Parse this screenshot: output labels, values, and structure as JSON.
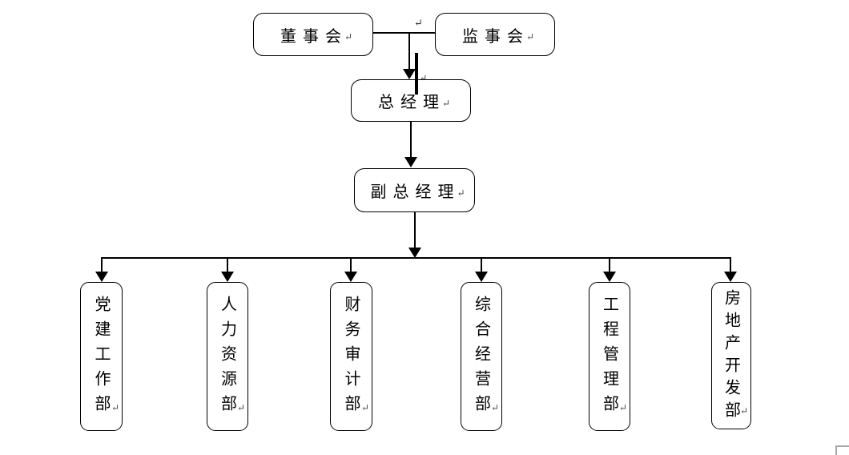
{
  "nodes": {
    "board": "董事会",
    "supervisory": "监事会",
    "general_manager": "总经理",
    "deputy_general_manager": "副总经理"
  },
  "departments": [
    {
      "name": "党建工作部"
    },
    {
      "name": "人力资源部"
    },
    {
      "name": "财务审计部"
    },
    {
      "name": "综合经营部"
    },
    {
      "name": "工程管理部"
    },
    {
      "name": "房地产开发部"
    }
  ],
  "marks": {
    "paragraph": "↵"
  },
  "colors": {
    "line": "#000000",
    "box_border": "#000000",
    "background": "#ffffff",
    "corner_mark": "#a8a8a8"
  }
}
